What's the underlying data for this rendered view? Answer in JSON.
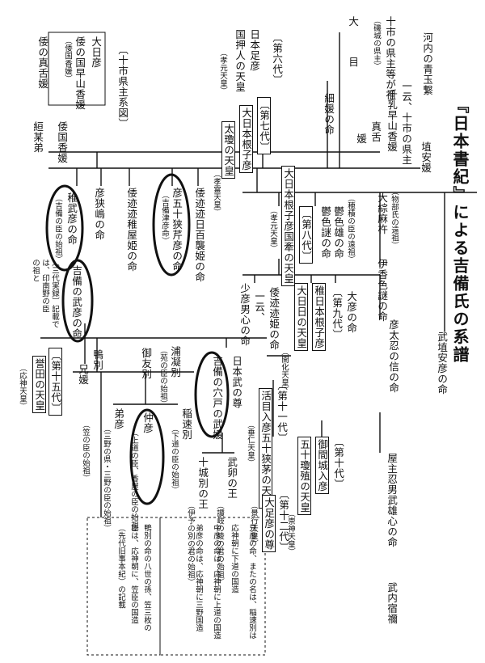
{
  "title": "『日本書紀』による吉備氏の系譜",
  "legend": {
    "top": [
      "大日彦",
      "倭の国早山香媛",
      "（倭国香媛）",
      "倭の真舌媛"
    ],
    "note": "〔十市県主系図〕"
  },
  "nodes": {
    "kouchi": "河内の青玉繋",
    "haniyasu": "埴安媛",
    "toochi": [
      "十市の県主等が祖",
      "真舌",
      "媛"
    ],
    "toochi_note": "（磯城の県主）",
    "oome": [
      "大",
      "目"
    ],
    "tooichi_branch": [
      "一云、十市の県主",
      "等の祖",
      "千乳早山香媛"
    ],
    "hosohime": "細媛の命",
    "g6": "〔第六代〕",
    "koan": [
      "日本足彦",
      "国押人の天皇"
    ],
    "koan_label": "（孝元天皇）",
    "g7": "〔第七代〕",
    "korei": [
      "大日本根子彦",
      "太瓊の天皇"
    ],
    "korei_label": "（孝霊天皇）",
    "g8": "〔第八代〕",
    "kogen": [
      "大日本根子彦国牽の天皇"
    ],
    "kogen_label": "（孝元天皇）",
    "g9": "〔第九代〕",
    "kaika": [
      "稚日本根子彦",
      "大日日の天皇"
    ],
    "kaika_label": "（開化天皇）",
    "g10": "〔第十代〕",
    "sujin": [
      "御間城入彦",
      "五十瓊殖の天皇"
    ],
    "sujin_label": "（崇神天皇）",
    "g11": "〔第十一代〕",
    "suinin": [
      "活目入彦五十狭茅の天皇"
    ],
    "suinin_label": "（垂仁天皇）",
    "g12": "〔第十二代〕",
    "keiko": [
      "大足彦の尊"
    ],
    "keiko_label": "（景行天皇）",
    "g15": "〔第十五代〕",
    "ojin": [
      "誉田の天皇"
    ],
    "ojin_label": "（応神天皇）",
    "kuni_kohime": "倭国香媛",
    "hae_irodo": "絙某弟",
    "hikosashima": "彦狭嶋の命",
    "wakatakehiko": "稚武彦の命",
    "wakatakehiko_note": "（吉備の臣の始祖）",
    "kibi_taketakehiko": "吉備の武彦の命",
    "momosohime": "倭迹迹日百襲姫の命",
    "isaserihiko": [
      "彦五十狭芹彦の命",
      "（吉備津彦命）"
    ],
    "wakayahime": "倭迹迹稚屋姫の命",
    "sandai_jitsuroku": [
      "〔三代実録〕記載で",
      "は、印南野の臣",
      "の祖と"
    ],
    "utsushikome": "鬱色謎の命",
    "utsushikoo": "鬱色雄の命",
    "utsushikoo_note": "（穂積の臣の遠祖）",
    "ooheso": "大綜麻杵",
    "ooheso_note": "（物部氏の遠祖）",
    "ikagashikome": "伊香色謎の命",
    "hikofutooshi": "彦太忍の信の命",
    "takehaniyasu": "武埴安彦の命",
    "yanushi": "屋主忍男武雄心の命",
    "takeuchi": "武内宿禰",
    "oohiko": "大彦の命",
    "sukunahiko": [
      "一云、",
      "少彦男心の命"
    ],
    "yamato_totohime": "倭迹迹姫の命",
    "yamato_takeru": "日本武の尊",
    "kibi_anato": "吉備の穴戸の武媛",
    "takekaiko": "武卵の王",
    "takekaiko_note": "（讃岐の綾の君の始祖）",
    "towake": "十城別の王",
    "towake_note": "（伊予の別の君の始祖）",
    "kamo": "鴨別",
    "kamo_note": "（笠の臣の始祖）",
    "ani_hime": [
      "兄媛"
    ],
    "tomo": "御友別",
    "ukaiwake": "浦凝別",
    "ukaiwake_note": "（苑の臣の始祖）",
    "inahaya": "稲速別",
    "inahaya_note": "（下道の臣の始祖）",
    "naka": "仲彦",
    "naka_note": "（上道の臣、香屋の臣の始祖）",
    "oto": "弟彦",
    "oto_note": "（三野の県・三野の臣の始祖）",
    "dotted_left": [
      "鴨別の命の八世の孫、笠三枚の",
      "臣は、応神朝に、笠臣の国造",
      "（先代旧事本紀）の記載"
    ],
    "dotted_right": [
      "兄彦の命、またの名は、稲速別は",
      "応神朝に下道の国造",
      "中彦の命は、応神朝に上道の国造",
      "弟彦の命は、応神朝に三野国造"
    ]
  },
  "colors": {
    "ink": "#111111",
    "paper": "#ffffff"
  }
}
